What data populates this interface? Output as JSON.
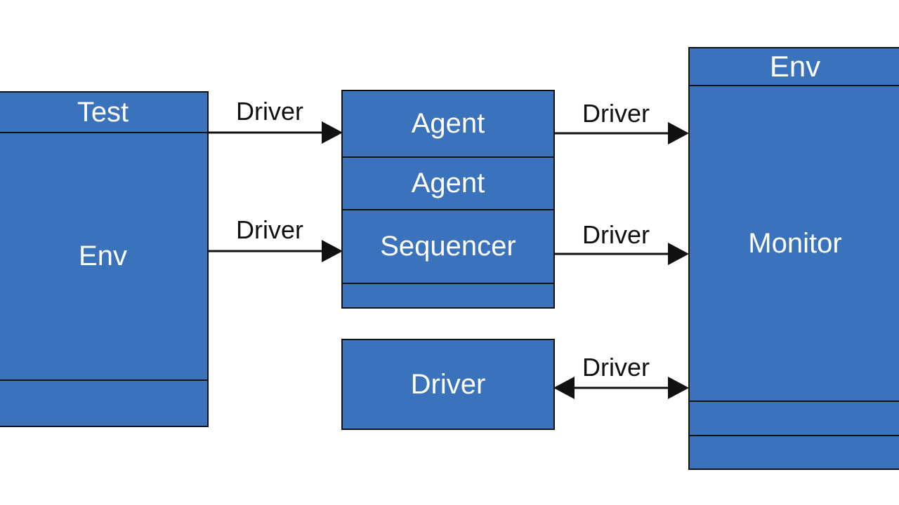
{
  "left_stack": {
    "header": "Test",
    "body": "Env"
  },
  "center_stack": {
    "agent_1": "Agent",
    "agent_2": "Agent",
    "sequencer": "Sequencer"
  },
  "center_driver": {
    "label": "Driver"
  },
  "right_stack": {
    "header": "Env",
    "body": "Monitor"
  },
  "edges": {
    "left_top": "Driver",
    "left_mid": "Driver",
    "right_top": "Driver",
    "right_mid": "Driver",
    "right_bottom": "Driver"
  },
  "colors": {
    "block_fill": "#3a72bb",
    "border": "#111111",
    "text": "#ffffff"
  }
}
